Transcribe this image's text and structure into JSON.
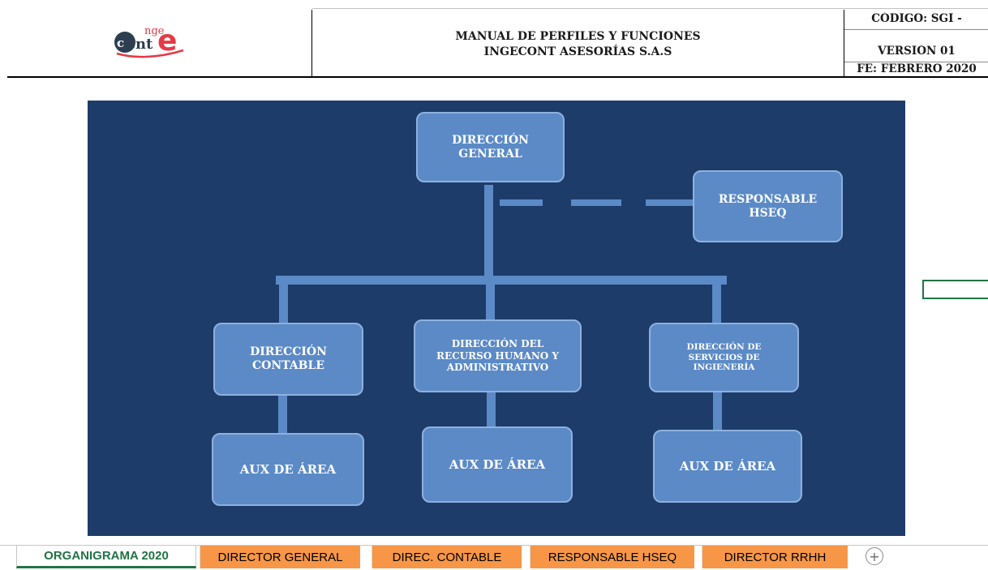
{
  "header": {
    "title_line1": "MANUAL DE PERFILES Y FUNCIONES",
    "title_line2": "INGECONT ASESORÍAS S.A.S",
    "code": "CÓDIGO: SGI -",
    "version": "VERSIÓN 01",
    "date": "FE: FEBRERO 2020",
    "logo_text_top": "nge",
    "logo_text_bottom": "cnt"
  },
  "org_chart": {
    "general": "DIRECCIÓN GENERAL",
    "hseq": "RESPONSABLE HSEQ",
    "contable": "DIRECCIÓN CONTABLE",
    "rrhh": "DIRECCIÓN  DEL RECURSO HUMANO Y ADMINISTRATIVO",
    "ingenieria": "DIRECCIÓN DE SERVICIOS DE INGIENERÍA",
    "aux1": "AUX DE ÁREA",
    "aux2": "AUX DE ÁREA",
    "aux3": "AUX DE ÁREA"
  },
  "tabs": [
    {
      "label": "ORGANIGRAMA 2020",
      "active": true
    },
    {
      "label": "DIRECTOR GENERAL"
    },
    {
      "label": "DIREC. CONTABLE"
    },
    {
      "label": "RESPONSABLE HSEQ"
    },
    {
      "label": "DIRECTOR  RRHH"
    }
  ],
  "add_sheet_symbol": "+",
  "colors": {
    "chart_background": "#1d3c6a",
    "box_fill": "#5b8ac6",
    "tab_orange": "#f79646",
    "active_tab_text": "#217346",
    "logo_red": "#e63946",
    "logo_dark": "#2c3e50"
  }
}
